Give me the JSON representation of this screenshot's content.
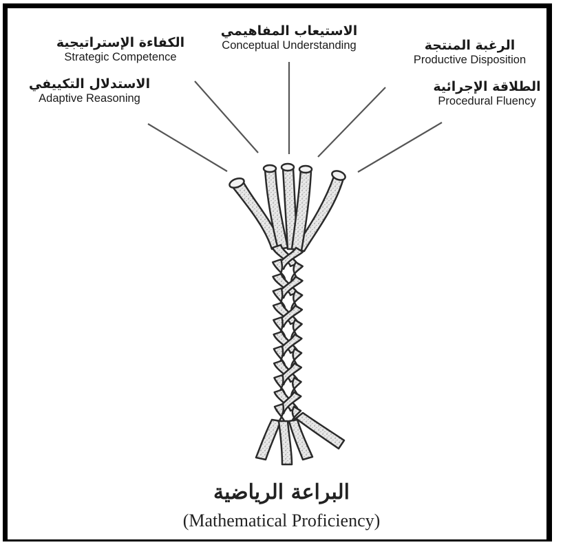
{
  "strands": [
    {
      "id": "adaptive-reasoning",
      "ar": "الاستدلال التكييفي",
      "en": "Adaptive Reasoning"
    },
    {
      "id": "strategic-competence",
      "ar": "الكفاءة الإستراتيجية",
      "en": "Strategic Competence"
    },
    {
      "id": "conceptual-understanding",
      "ar": "الاستيعاب المفاهيمي",
      "en": "Conceptual Understanding"
    },
    {
      "id": "productive-disposition",
      "ar": "الرغبة المنتجة",
      "en": "Productive Disposition"
    },
    {
      "id": "procedural-fluency",
      "ar": "الطلاقة الإجرائية",
      "en": "Procedural Fluency"
    }
  ],
  "title": {
    "ar": "البراعة الرياضية",
    "en": "(Mathematical Proficiency)"
  },
  "colors": {
    "rope_fill": "#e6e6e6",
    "rope_stroke": "#2a2a2a",
    "leader_line": "#555555",
    "frame": "#000000"
  }
}
